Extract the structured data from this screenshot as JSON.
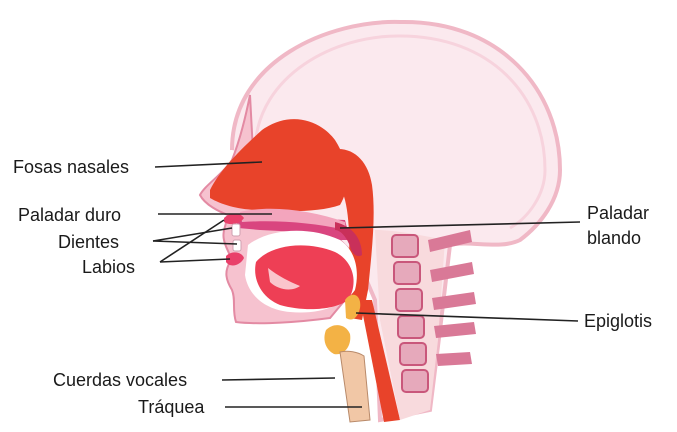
{
  "diagram": {
    "labels": {
      "fosas_nasales": "Fosas nasales",
      "paladar_duro": "Paladar duro",
      "dientes": "Dientes",
      "labios": "Labios",
      "paladar_blando_line1": "Paladar",
      "paladar_blando_line2": "blando",
      "epiglotis": "Epiglotis",
      "cuerdas_vocales": "Cuerdas vocales",
      "traquea": "Tráquea"
    },
    "colors": {
      "skull_outline": "#f4cfd8",
      "skin": "#f6d6d6",
      "cavity_red": "#e8432a",
      "tissue_pink": "#d9457f",
      "tongue_red": "#ee3f55",
      "airway_white": "#ffffff",
      "vertebra": "#c9577b",
      "epiglottis_yellow": "#f3b245"
    }
  }
}
